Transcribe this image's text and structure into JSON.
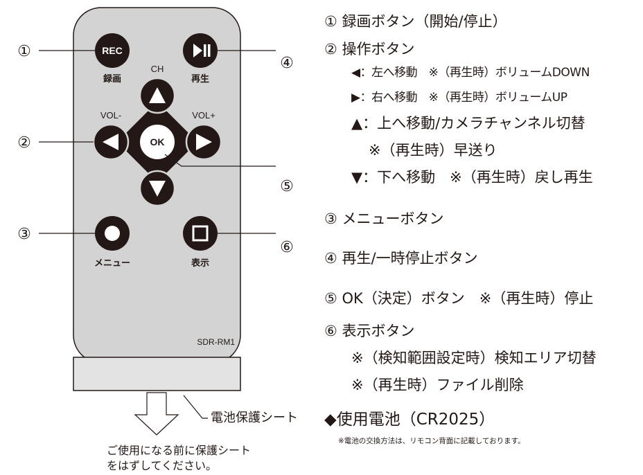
{
  "remote": {
    "rec_label": "REC",
    "rec_caption": "録画",
    "playpause_caption": "再生",
    "ch_label": "CH",
    "vol_minus_label": "VOL-",
    "vol_plus_label": "VOL+",
    "ok_label": "OK",
    "menu_caption": "メニュー",
    "display_caption": "表示",
    "model": "SDR-RM1"
  },
  "callouts": {
    "c1": "①",
    "c2": "②",
    "c3": "③",
    "c4": "④",
    "c5": "⑤",
    "c6": "⑥"
  },
  "battery_sheet_label": "電池保護シート",
  "removal_note": [
    "ご使用になる前に保護シート",
    "をはずしてください。"
  ],
  "legend": {
    "item1": "① 録画ボタン（開始/停止）",
    "item2": "② 操作ボタン",
    "item2_left": "◀：左へ移動　※（再生時）ボリュームDOWN",
    "item2_right": "▶：右へ移動　※（再生時）ボリュームUP",
    "item2_up": "▲：上へ移動/カメラチャンネル切替",
    "item2_up_note": "※（再生時）早送り",
    "item2_down": "▼：下へ移動　※（再生時）戻し再生",
    "item3": "③ メニューボタン",
    "item4": "④ 再生/一時停止ボタン",
    "item5": "⑤ OK（決定）ボタン　※（再生時）停止",
    "item6": "⑥ 表示ボタン",
    "item6_note1": "※（検知範囲設定時）検知エリア切替",
    "item6_note2": "※（再生時）ファイル削除"
  },
  "battery": {
    "title": "◆使用電池（CR2025）",
    "note": "※電池の交換方法は、リモコン背面に記載しております。"
  },
  "colors": {
    "remote_body": "#d3d3d3",
    "button": "#231815",
    "sheet": "#e3e3e3"
  }
}
